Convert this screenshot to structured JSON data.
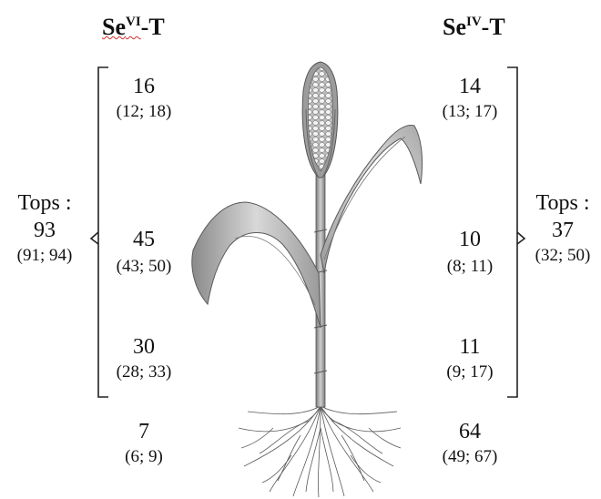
{
  "headers": {
    "left": {
      "base": "Se",
      "sup": "VI",
      "suffix": "-T"
    },
    "right": {
      "base": "Se",
      "sup": "IV",
      "suffix": "-T"
    }
  },
  "left": {
    "cob": {
      "value": "16",
      "range": "(12; 18)"
    },
    "leaf": {
      "value": "45",
      "range": "(43; 50)"
    },
    "stem": {
      "value": "30",
      "range": "(28; 33)"
    },
    "roots": {
      "value": "7",
      "range": "(6; 9)"
    },
    "tops": {
      "label": "Tops :",
      "value": "93",
      "range": "(91; 94)"
    }
  },
  "right": {
    "cob": {
      "value": "14",
      "range": "(13; 17)"
    },
    "leaf": {
      "value": "10",
      "range": "(8; 11)"
    },
    "stem": {
      "value": "11",
      "range": "(9; 17)"
    },
    "roots": {
      "value": "64",
      "range": "(49; 67)"
    },
    "tops": {
      "label": "Tops :",
      "value": "37",
      "range": "(32; 50)"
    }
  }
}
